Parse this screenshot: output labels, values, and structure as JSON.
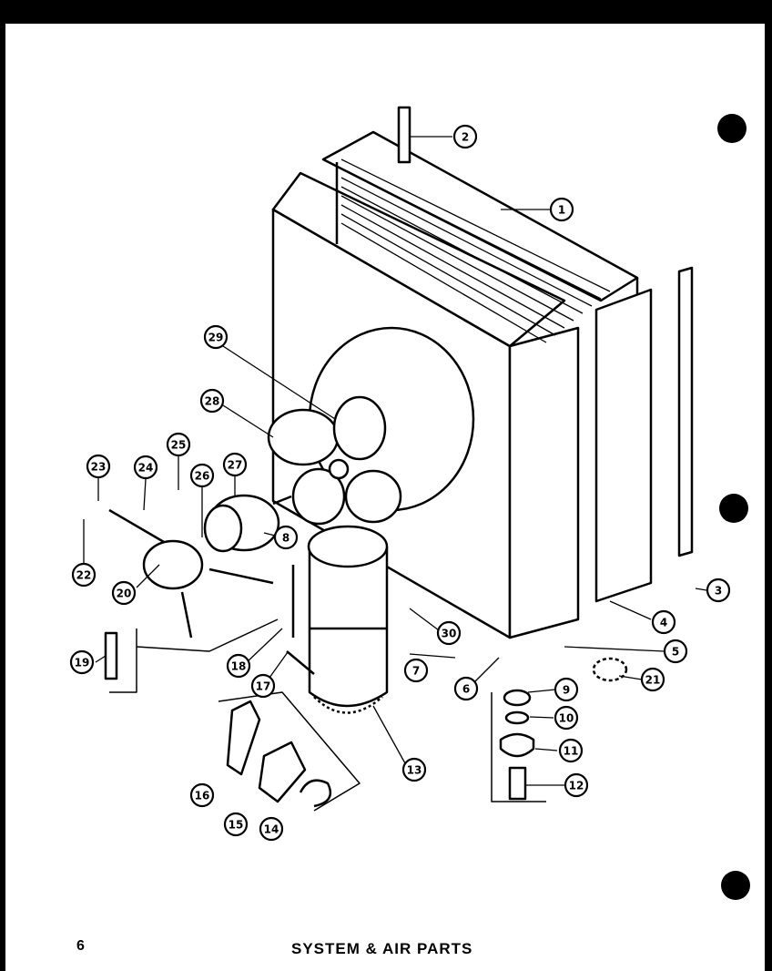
{
  "page_number": "6",
  "caption": "SYSTEM & AIR PARTS",
  "callouts": [
    {
      "n": "1"
    },
    {
      "n": "2"
    },
    {
      "n": "3"
    },
    {
      "n": "4"
    },
    {
      "n": "5"
    },
    {
      "n": "6"
    },
    {
      "n": "7"
    },
    {
      "n": "8"
    },
    {
      "n": "9"
    },
    {
      "n": "10"
    },
    {
      "n": "11"
    },
    {
      "n": "12"
    },
    {
      "n": "13"
    },
    {
      "n": "14"
    },
    {
      "n": "15"
    },
    {
      "n": "16"
    },
    {
      "n": "17"
    },
    {
      "n": "18"
    },
    {
      "n": "19"
    },
    {
      "n": "20"
    },
    {
      "n": "21"
    },
    {
      "n": "22"
    },
    {
      "n": "23"
    },
    {
      "n": "24"
    },
    {
      "n": "25"
    },
    {
      "n": "26"
    },
    {
      "n": "27"
    },
    {
      "n": "28"
    },
    {
      "n": "29"
    },
    {
      "n": "30"
    }
  ]
}
